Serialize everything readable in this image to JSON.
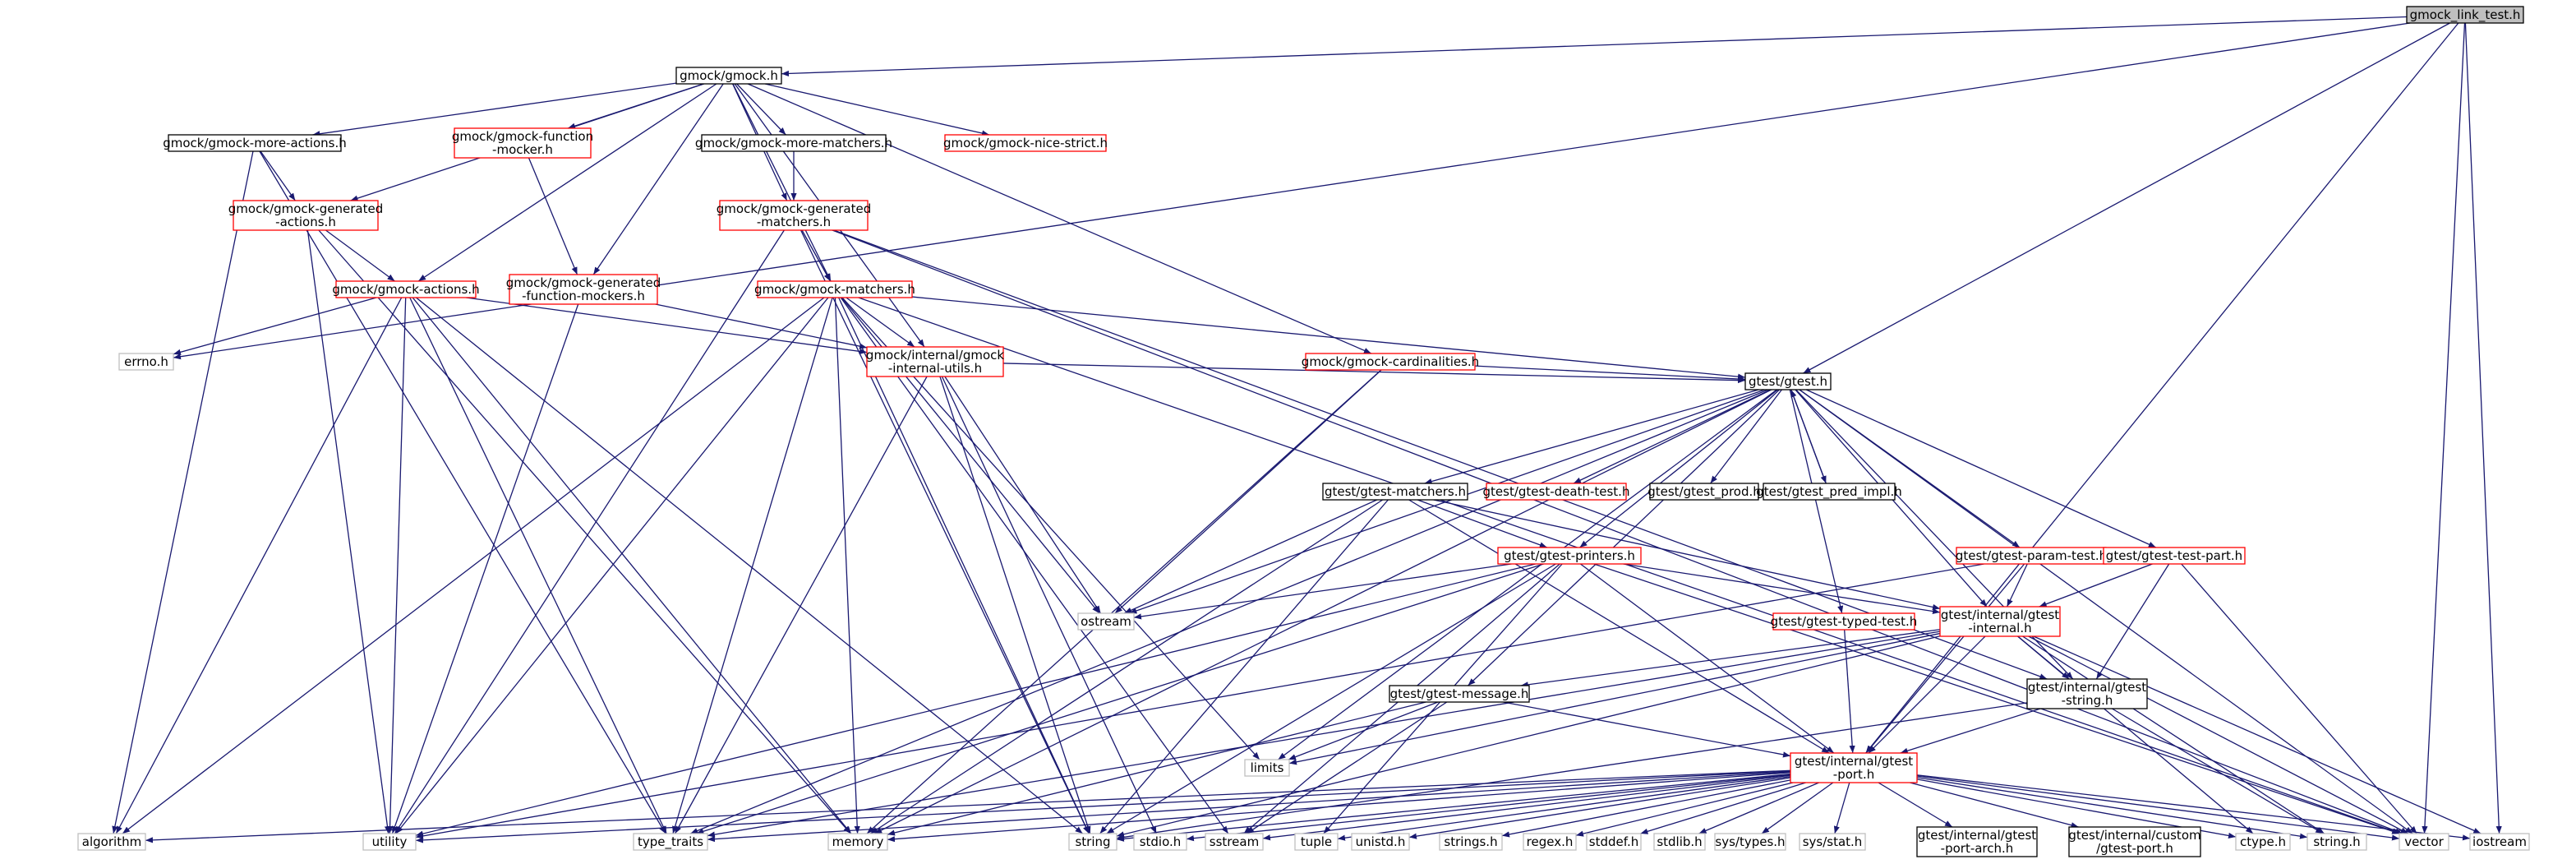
{
  "colors": {
    "edge": "#191970",
    "root_fill": "#bfbfbf",
    "root_border": "#000000",
    "black_border": "#000000",
    "red_border": "#ff0000",
    "gray_border": "#bfbfbf",
    "text": "#000000"
  },
  "nodes": [
    {
      "id": "root",
      "label": "gmock_link_test.h",
      "style": "root"
    },
    {
      "id": "gmock",
      "label": "gmock/gmock.h",
      "style": "black"
    },
    {
      "id": "more_actions",
      "label": "gmock/gmock-more-actions.h",
      "style": "black"
    },
    {
      "id": "func_mocker",
      "label": "gmock/gmock-function\n-mocker.h",
      "style": "red"
    },
    {
      "id": "more_matchers",
      "label": "gmock/gmock-more-matchers.h",
      "style": "black"
    },
    {
      "id": "nice_strict",
      "label": "gmock/gmock-nice-strict.h",
      "style": "red"
    },
    {
      "id": "gen_actions",
      "label": "gmock/gmock-generated\n-actions.h",
      "style": "red"
    },
    {
      "id": "gen_matchers",
      "label": "gmock/gmock-generated\n-matchers.h",
      "style": "red"
    },
    {
      "id": "actions",
      "label": "gmock/gmock-actions.h",
      "style": "red"
    },
    {
      "id": "gen_fmockers",
      "label": "gmock/gmock-generated\n-function-mockers.h",
      "style": "red"
    },
    {
      "id": "matchers",
      "label": "gmock/gmock-matchers.h",
      "style": "red"
    },
    {
      "id": "errno",
      "label": "errno.h",
      "style": "gray"
    },
    {
      "id": "internal_utils",
      "label": "gmock/internal/gmock\n-internal-utils.h",
      "style": "red"
    },
    {
      "id": "cardinalities",
      "label": "gmock/gmock-cardinalities.h",
      "style": "red"
    },
    {
      "id": "gtest",
      "label": "gtest/gtest.h",
      "style": "black"
    },
    {
      "id": "gtest_matchers",
      "label": "gtest/gtest-matchers.h",
      "style": "black"
    },
    {
      "id": "death_test",
      "label": "gtest/gtest-death-test.h",
      "style": "red"
    },
    {
      "id": "gtest_prod",
      "label": "gtest/gtest_prod.h",
      "style": "black"
    },
    {
      "id": "pred_impl",
      "label": "gtest/gtest_pred_impl.h",
      "style": "black"
    },
    {
      "id": "printers",
      "label": "gtest/gtest-printers.h",
      "style": "red"
    },
    {
      "id": "param_test",
      "label": "gtest/gtest-param-test.h",
      "style": "red"
    },
    {
      "id": "test_part",
      "label": "gtest/gtest-test-part.h",
      "style": "red"
    },
    {
      "id": "ostream",
      "label": "ostream",
      "style": "gray"
    },
    {
      "id": "typed_test",
      "label": "gtest/gtest-typed-test.h",
      "style": "red"
    },
    {
      "id": "gtest_internal",
      "label": "gtest/internal/gtest\n-internal.h",
      "style": "red"
    },
    {
      "id": "gtest_message",
      "label": "gtest/gtest-message.h",
      "style": "black"
    },
    {
      "id": "gtest_string",
      "label": "gtest/internal/gtest\n-string.h",
      "style": "black"
    },
    {
      "id": "limits",
      "label": "limits",
      "style": "gray"
    },
    {
      "id": "gtest_port",
      "label": "gtest/internal/gtest\n-port.h",
      "style": "red"
    },
    {
      "id": "algorithm",
      "label": "algorithm",
      "style": "gray"
    },
    {
      "id": "utility",
      "label": "utility",
      "style": "gray"
    },
    {
      "id": "type_traits",
      "label": "type_traits",
      "style": "gray"
    },
    {
      "id": "memory",
      "label": "memory",
      "style": "gray"
    },
    {
      "id": "string",
      "label": "string",
      "style": "gray"
    },
    {
      "id": "stdio",
      "label": "stdio.h",
      "style": "gray"
    },
    {
      "id": "sstream",
      "label": "sstream",
      "style": "gray"
    },
    {
      "id": "tuple",
      "label": "tuple",
      "style": "gray"
    },
    {
      "id": "unistd",
      "label": "unistd.h",
      "style": "gray"
    },
    {
      "id": "strings_h",
      "label": "strings.h",
      "style": "gray"
    },
    {
      "id": "regex",
      "label": "regex.h",
      "style": "gray"
    },
    {
      "id": "stddef",
      "label": "stddef.h",
      "style": "gray"
    },
    {
      "id": "stdlib",
      "label": "stdlib.h",
      "style": "gray"
    },
    {
      "id": "sys_types",
      "label": "sys/types.h",
      "style": "gray"
    },
    {
      "id": "sys_stat",
      "label": "sys/stat.h",
      "style": "gray"
    },
    {
      "id": "port_arch",
      "label": "gtest/internal/gtest\n-port-arch.h",
      "style": "black"
    },
    {
      "id": "custom_port",
      "label": "gtest/internal/custom\n/gtest-port.h",
      "style": "black"
    },
    {
      "id": "ctype",
      "label": "ctype.h",
      "style": "gray"
    },
    {
      "id": "string_h",
      "label": "string.h",
      "style": "gray"
    },
    {
      "id": "vector",
      "label": "vector",
      "style": "gray"
    },
    {
      "id": "iostream",
      "label": "iostream",
      "style": "gray"
    }
  ],
  "edges": [
    [
      "root",
      "gmock"
    ],
    [
      "root",
      "gtest"
    ],
    [
      "root",
      "gtest_port"
    ],
    [
      "root",
      "vector"
    ],
    [
      "root",
      "iostream"
    ],
    [
      "root",
      "errno"
    ],
    [
      "gmock",
      "more_actions"
    ],
    [
      "gmock",
      "func_mocker"
    ],
    [
      "gmock",
      "more_matchers"
    ],
    [
      "gmock",
      "nice_strict"
    ],
    [
      "gmock",
      "gen_actions"
    ],
    [
      "gmock",
      "gen_matchers"
    ],
    [
      "gmock",
      "actions"
    ],
    [
      "gmock",
      "gen_fmockers"
    ],
    [
      "gmock",
      "matchers"
    ],
    [
      "gmock",
      "internal_utils"
    ],
    [
      "gmock",
      "cardinalities"
    ],
    [
      "more_actions",
      "gen_actions"
    ],
    [
      "more_actions",
      "algorithm"
    ],
    [
      "more_actions",
      "type_traits"
    ],
    [
      "func_mocker",
      "gen_fmockers"
    ],
    [
      "more_matchers",
      "gen_matchers"
    ],
    [
      "gen_actions",
      "actions"
    ],
    [
      "gen_actions",
      "utility"
    ],
    [
      "gen_actions",
      "memory"
    ],
    [
      "gen_matchers",
      "matchers"
    ],
    [
      "gen_matchers",
      "string"
    ],
    [
      "gen_matchers",
      "utility"
    ],
    [
      "gen_matchers",
      "vector"
    ],
    [
      "gen_matchers",
      "gtest_string"
    ],
    [
      "actions",
      "errno"
    ],
    [
      "actions",
      "algorithm"
    ],
    [
      "actions",
      "utility"
    ],
    [
      "actions",
      "type_traits"
    ],
    [
      "actions",
      "memory"
    ],
    [
      "actions",
      "string"
    ],
    [
      "actions",
      "internal_utils"
    ],
    [
      "gen_fmockers",
      "internal_utils"
    ],
    [
      "gen_fmockers",
      "utility"
    ],
    [
      "matchers",
      "internal_utils"
    ],
    [
      "matchers",
      "gtest"
    ],
    [
      "matchers",
      "algorithm"
    ],
    [
      "matchers",
      "utility"
    ],
    [
      "matchers",
      "type_traits"
    ],
    [
      "matchers",
      "memory"
    ],
    [
      "matchers",
      "string"
    ],
    [
      "matchers",
      "ostream"
    ],
    [
      "matchers",
      "sstream"
    ],
    [
      "matchers",
      "limits"
    ],
    [
      "matchers",
      "vector"
    ],
    [
      "internal_utils",
      "gtest"
    ],
    [
      "internal_utils",
      "ostream"
    ],
    [
      "internal_utils",
      "string"
    ],
    [
      "internal_utils",
      "stdio"
    ],
    [
      "internal_utils",
      "type_traits"
    ],
    [
      "cardinalities",
      "gtest"
    ],
    [
      "cardinalities",
      "ostream"
    ],
    [
      "cardinalities",
      "memory"
    ],
    [
      "gtest",
      "gtest_matchers"
    ],
    [
      "gtest",
      "death_test"
    ],
    [
      "gtest",
      "gtest_prod"
    ],
    [
      "gtest",
      "pred_impl"
    ],
    [
      "gtest",
      "printers"
    ],
    [
      "gtest",
      "param_test"
    ],
    [
      "gtest",
      "test_part"
    ],
    [
      "gtest",
      "typed_test"
    ],
    [
      "gtest",
      "gtest_internal"
    ],
    [
      "gtest",
      "gtest_message"
    ],
    [
      "gtest",
      "gtest_string"
    ],
    [
      "gtest",
      "ostream"
    ],
    [
      "gtest",
      "limits"
    ],
    [
      "gtest",
      "memory"
    ],
    [
      "gtest",
      "vector"
    ],
    [
      "gtest",
      "type_traits"
    ],
    [
      "pred_impl",
      "gtest"
    ],
    [
      "gtest_matchers",
      "printers"
    ],
    [
      "gtest_matchers",
      "gtest_internal"
    ],
    [
      "gtest_matchers",
      "gtest_port"
    ],
    [
      "gtest_matchers",
      "ostream"
    ],
    [
      "gtest_matchers",
      "memory"
    ],
    [
      "gtest_matchers",
      "string"
    ],
    [
      "printers",
      "ostream"
    ],
    [
      "printers",
      "gtest_internal"
    ],
    [
      "printers",
      "gtest_port"
    ],
    [
      "printers",
      "utility"
    ],
    [
      "printers",
      "type_traits"
    ],
    [
      "printers",
      "vector"
    ],
    [
      "printers",
      "string"
    ],
    [
      "printers",
      "sstream"
    ],
    [
      "printers",
      "tuple"
    ],
    [
      "param_test",
      "gtest_internal"
    ],
    [
      "param_test",
      "gtest_port"
    ],
    [
      "param_test",
      "utility"
    ],
    [
      "test_part",
      "gtest_internal"
    ],
    [
      "test_part",
      "gtest_string"
    ],
    [
      "test_part",
      "vector"
    ],
    [
      "typed_test",
      "gtest_port"
    ],
    [
      "gtest_internal",
      "gtest_port"
    ],
    [
      "gtest_internal",
      "gtest_message"
    ],
    [
      "gtest_internal",
      "gtest_string"
    ],
    [
      "gtest_internal",
      "limits"
    ],
    [
      "gtest_internal",
      "string"
    ],
    [
      "gtest_internal",
      "vector"
    ],
    [
      "gtest_internal",
      "type_traits"
    ],
    [
      "gtest_internal",
      "ctype"
    ],
    [
      "gtest_internal",
      "string_h"
    ],
    [
      "gtest_internal",
      "iostream"
    ],
    [
      "gtest_message",
      "gtest_port"
    ],
    [
      "gtest_message",
      "limits"
    ],
    [
      "gtest_message",
      "memory"
    ],
    [
      "gtest_message",
      "sstream"
    ],
    [
      "gtest_string",
      "gtest_port"
    ],
    [
      "gtest_string",
      "string"
    ],
    [
      "gtest_string",
      "string_h"
    ],
    [
      "gtest_port",
      "algorithm"
    ],
    [
      "gtest_port",
      "utility"
    ],
    [
      "gtest_port",
      "type_traits"
    ],
    [
      "gtest_port",
      "memory"
    ],
    [
      "gtest_port",
      "string"
    ],
    [
      "gtest_port",
      "stdio"
    ],
    [
      "gtest_port",
      "sstream"
    ],
    [
      "gtest_port",
      "tuple"
    ],
    [
      "gtest_port",
      "unistd"
    ],
    [
      "gtest_port",
      "strings_h"
    ],
    [
      "gtest_port",
      "regex"
    ],
    [
      "gtest_port",
      "stddef"
    ],
    [
      "gtest_port",
      "stdlib"
    ],
    [
      "gtest_port",
      "sys_types"
    ],
    [
      "gtest_port",
      "sys_stat"
    ],
    [
      "gtest_port",
      "port_arch"
    ],
    [
      "gtest_port",
      "custom_port"
    ],
    [
      "gtest_port",
      "ctype"
    ],
    [
      "gtest_port",
      "string_h"
    ],
    [
      "gtest_port",
      "vector"
    ],
    [
      "gtest_port",
      "iostream"
    ]
  ]
}
